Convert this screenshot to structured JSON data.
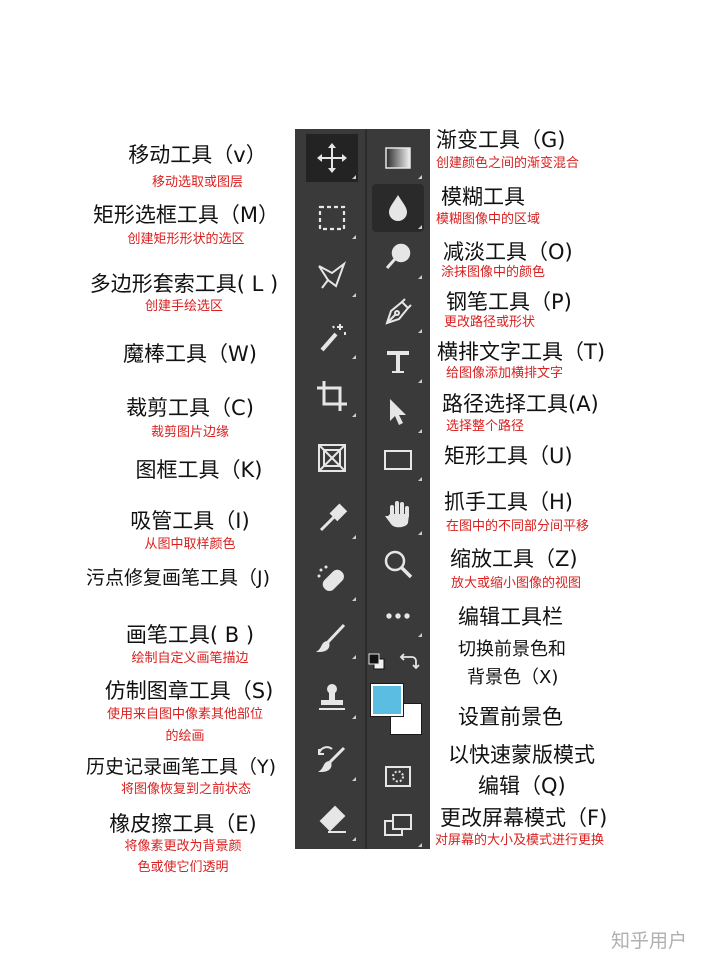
{
  "colors": {
    "panel": "#3a3a3a",
    "icon": "#e6e6e6",
    "label": "#111111",
    "description": "#d9201f",
    "foreground_swatch": "#5bbde2",
    "background_swatch": "#ffffff"
  },
  "left_tools": [
    {
      "icon": "move-icon",
      "label": "移动工具（v）",
      "desc": [
        "移动选取或图层"
      ]
    },
    {
      "icon": "rectangular-marquee-icon",
      "label": "矩形选框工具（M）",
      "desc": [
        "创建矩形形状的选区"
      ]
    },
    {
      "icon": "polygonal-lasso-icon",
      "label": "多边形套索工具( L )",
      "desc": [
        "创建手绘选区"
      ]
    },
    {
      "icon": "magic-wand-icon",
      "label": "魔棒工具（W)",
      "desc": []
    },
    {
      "icon": "crop-icon",
      "label": "裁剪工具（C)",
      "desc": [
        "裁剪图片边缘"
      ]
    },
    {
      "icon": "frame-icon",
      "label": "图框工具（K)",
      "desc": []
    },
    {
      "icon": "eyedropper-icon",
      "label": "吸管工具（I)",
      "desc": [
        "从图中取样颜色"
      ]
    },
    {
      "icon": "spot-healing-brush-icon",
      "label": "污点修复画笔工具（J)",
      "desc": []
    },
    {
      "icon": "brush-icon",
      "label": "画笔工具( B )",
      "desc": [
        "绘制自定义画笔描边"
      ]
    },
    {
      "icon": "clone-stamp-icon",
      "label": "仿制图章工具（S)",
      "desc": [
        "使用来自图中像素其他部位",
        "的绘画"
      ]
    },
    {
      "icon": "history-brush-icon",
      "label": "历史记录画笔工具（Y)",
      "desc": [
        "将图像恢复到之前状态"
      ]
    },
    {
      "icon": "eraser-icon",
      "label": "橡皮擦工具（E)",
      "desc": [
        "将像素更改为背景颜",
        "色或使它们透明"
      ]
    }
  ],
  "right_tools": [
    {
      "icon": "gradient-icon",
      "label": "渐变工具（G)",
      "desc": [
        "创建颜色之间的渐变混合"
      ]
    },
    {
      "icon": "blur-icon",
      "label": "模糊工具",
      "desc": [
        "模糊图像中的区域"
      ]
    },
    {
      "icon": "dodge-icon",
      "label": "减淡工具（O)",
      "desc": [
        "涂抹图像中的颜色"
      ]
    },
    {
      "icon": "pen-icon",
      "label": "钢笔工具（P)",
      "desc": [
        "更改路径或形状"
      ]
    },
    {
      "icon": "type-icon",
      "label": "横排文字工具（T)",
      "desc": [
        "给图像添加横排文字"
      ]
    },
    {
      "icon": "path-selection-icon",
      "label": "路径选择工具(A)",
      "desc": [
        "选择整个路径"
      ]
    },
    {
      "icon": "rectangle-icon",
      "label": "矩形工具（U)",
      "desc": []
    },
    {
      "icon": "hand-icon",
      "label": "抓手工具（H)",
      "desc": [
        "在图中的不同部分间平移"
      ]
    },
    {
      "icon": "zoom-icon",
      "label": "缩放工具（Z)",
      "desc": [
        "放大或缩小图像的视图"
      ]
    },
    {
      "icon": "more-icon",
      "label": "编辑工具栏",
      "desc": []
    }
  ],
  "swap_colors": {
    "label_lines": [
      "切换前景色和",
      "背景色（X)"
    ]
  },
  "set_foreground": {
    "label": "设置前景色"
  },
  "quick_mask": {
    "icon": "quick-mask-icon",
    "label_lines": [
      "以快速蒙版模式",
      "编辑（Q)"
    ]
  },
  "screen_mode": {
    "icon": "screen-mode-icon",
    "label": "更改屏幕模式（F)",
    "desc": [
      "对屏幕的大小及模式进行更换"
    ]
  },
  "watermark": "知乎用户"
}
